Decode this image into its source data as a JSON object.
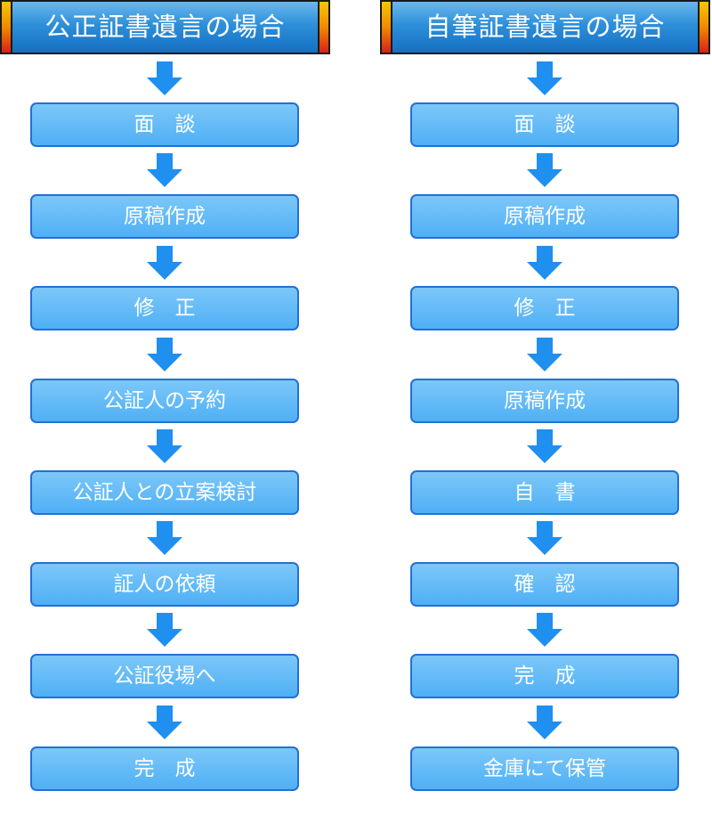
{
  "left": {
    "title": "公正証書遺言の場合",
    "steps": [
      "面　談",
      "原稿作成",
      "修　正",
      "公証人の予約",
      "公証人との立案検討",
      "証人の依頼",
      "公証役場へ",
      "完　成"
    ]
  },
  "right": {
    "title": "自筆証書遺言の場合",
    "steps": [
      "面　談",
      "原稿作成",
      "修　正",
      "原稿作成",
      "自　書",
      "確　認",
      "完　成",
      "金庫にて保管"
    ]
  },
  "colors": {
    "step_fill": "#4fb0f5",
    "step_border": "#2370d6",
    "arrow": "#1f8ff0",
    "header_fill": "#2d8fd9",
    "header_cap": "#f08a00"
  }
}
